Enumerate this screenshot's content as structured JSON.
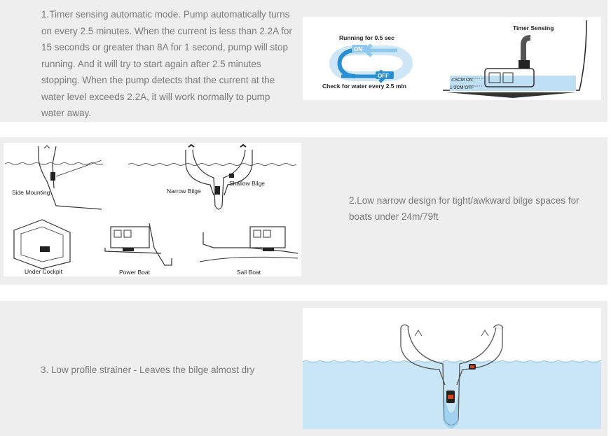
{
  "features": [
    {
      "description": "1.Timer sensing automatic mode. Pump automatically turns on every 2.5 minutes. When the current is less than 2.2A for 15 seconds or greater than 8A for 1 second, pump will stop running. And it will try to start again after 2.5 minutes stopping. When the pump detects that the current at the water level exceeds 2.2A, it will work normally to pump water away.",
      "diagram": {
        "running_label": "Running for 0.5 sec",
        "on_label": "ON",
        "off_label": "OFF",
        "check_label": "Check for water every 2.5 min",
        "timer_label": "Timer Sensing",
        "level_on": "4.5CM ON",
        "level_off": "1-3CM OFF"
      }
    },
    {
      "description": "2.Low narrow design for tight/awkward bilge spaces for boats under 24m/79ft",
      "diagram": {
        "side_mounting": "Side Mounting",
        "narrow_bilge": "Narrow Bilge",
        "shallow_bilge": "Shallow Bilge",
        "under_cockpit": "Under Cockpit",
        "power_boat": "Power Boat",
        "sail_boat": "Sail Boat"
      }
    },
    {
      "description": "3. Low profile strainer - Leaves the bilge almost dry"
    }
  ],
  "colors": {
    "panel_bg": "#eeeeee",
    "text": "#7a7a7a",
    "water": "#c8e6f5",
    "pump_accent": "#d4461c",
    "arrow_blue": "#2a8fd0"
  }
}
